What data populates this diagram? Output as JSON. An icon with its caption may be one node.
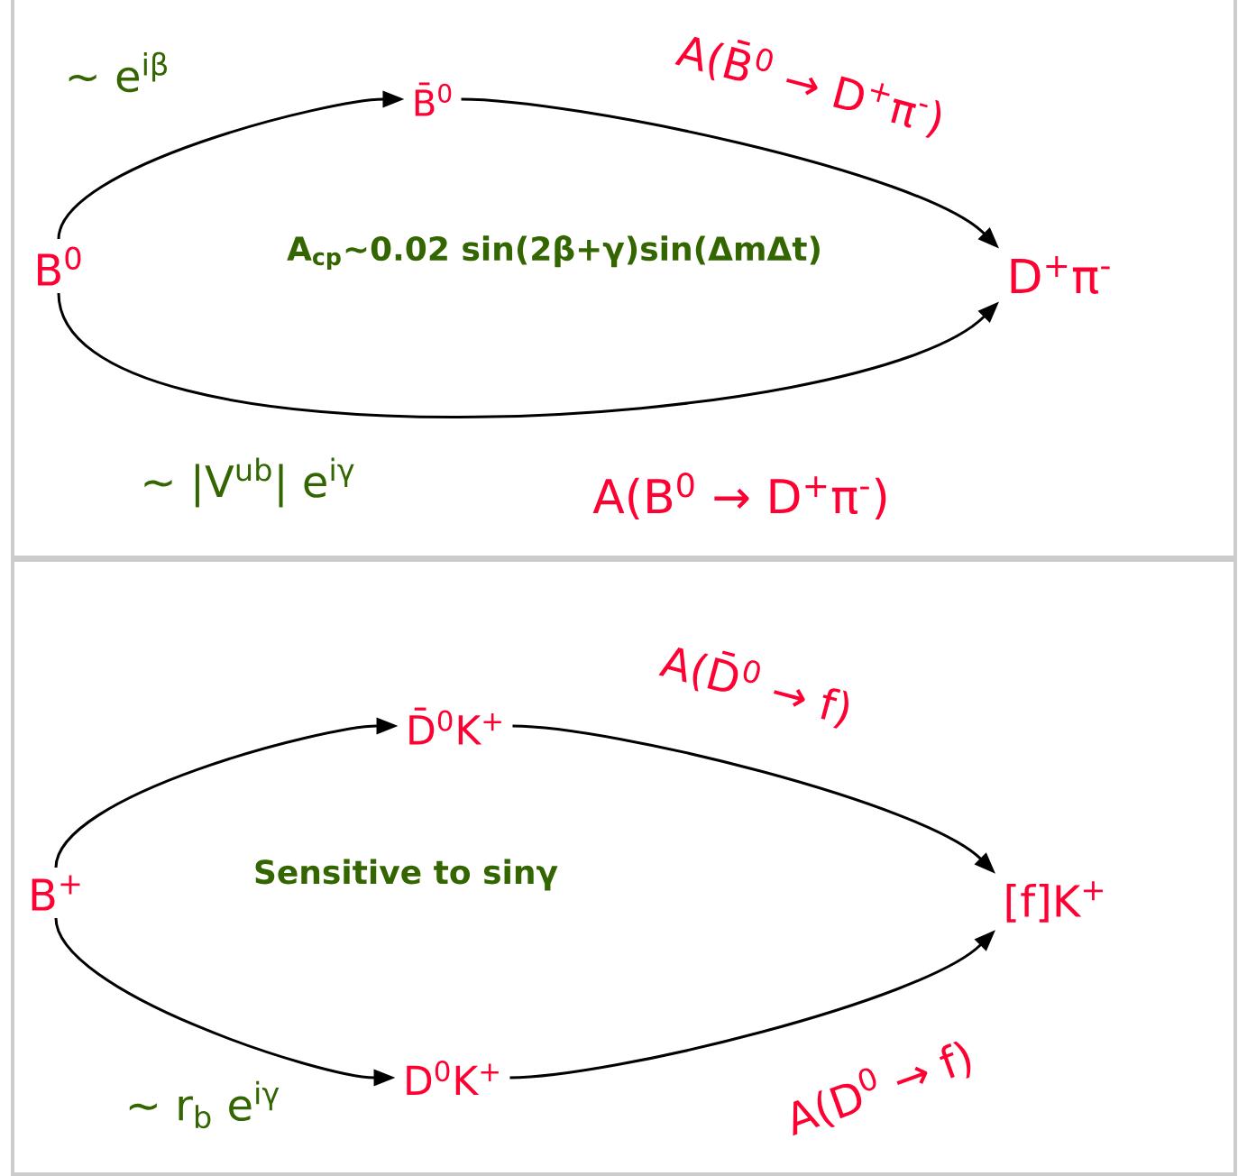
{
  "diagram": {
    "nodes": [
      {
        "text": [
          "B$^{0}$"
        ]
      },
      {
        "text": [
          "B̄$^{0}$"
        ]
      },
      {
        "text": [
          "D$^{+}$π$^{-}$"
        ]
      },
      {
        "text": [
          "B$^{+}$"
        ]
      },
      {
        "text": [
          "D̄$^{0}$K$^{+}$"
        ]
      },
      {
        "text": [
          "D$^{0}$K$^{+}$"
        ]
      },
      {
        "text": [
          "[f]K$^{+}$"
        ]
      }
    ],
    "edges": [
      {
        "from": 0,
        "to": 1,
        "arrow": "to",
        "label": "~ e$^{iβ}$"
      },
      {
        "from": 1,
        "to": 2,
        "arrow": "to",
        "label": "A(B̄$^{0}$ → D$^{+}$π$^{-}$)"
      },
      {
        "from": 0,
        "to": 2,
        "arrow": "to",
        "label": "~ |V$^{ub}$| e$^{iγ}$"
      },
      {
        "from": 3,
        "to": 4,
        "arrow": "to"
      },
      {
        "from": 3,
        "to": 5,
        "arrow": "to",
        "label": "~ r$_{b}$ e$^{iγ}$"
      },
      {
        "from": 4,
        "to": 6,
        "arrow": "to",
        "label": "A(D̄$^{0}$ → f)"
      },
      {
        "from": 5,
        "to": 6,
        "arrow": "to",
        "label": "A(D$^{0}$ → f)"
      }
    ],
    "labels": [
      "A(B$^{0}$ → D$^{+}$π$^{-}$)",
      "A$_{cp}$~0.02 sin(2β+γ)sin(ΔmΔt)",
      "Sensitive to sinγ"
    ]
  }
}
